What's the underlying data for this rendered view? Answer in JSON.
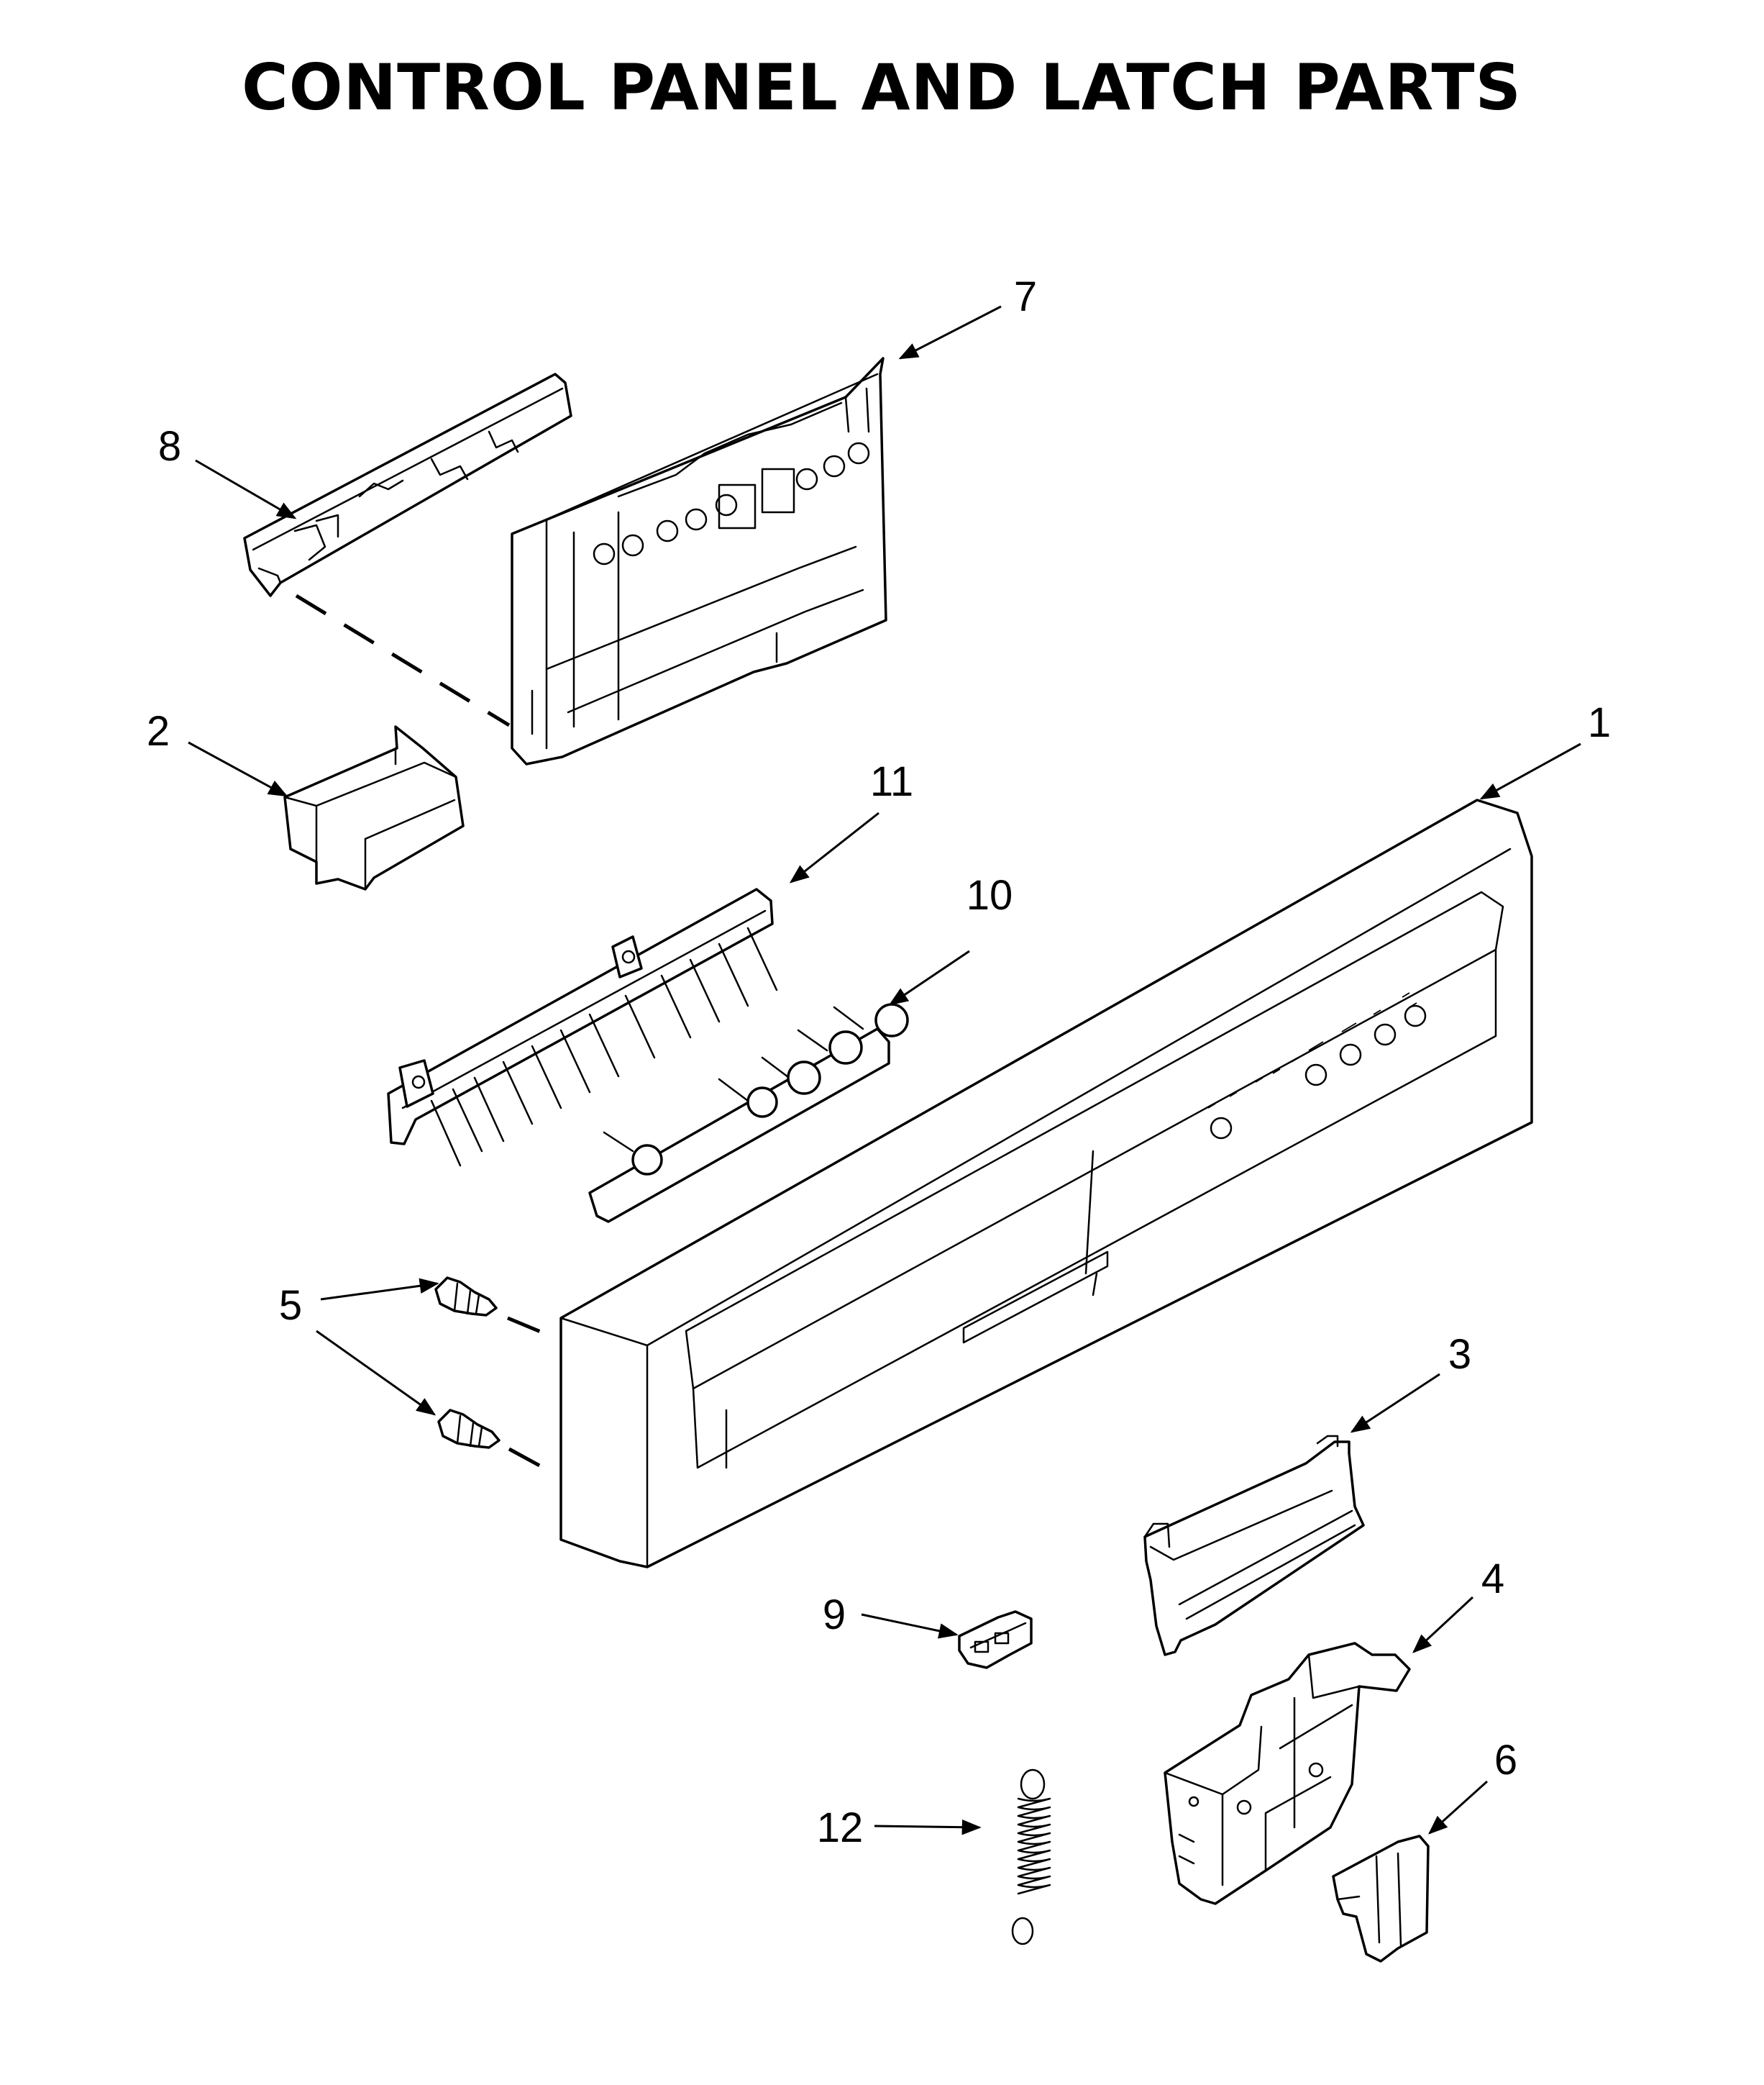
{
  "title": "CONTROL PANEL AND LATCH PARTS",
  "callouts": {
    "c1": "1",
    "c2": "2",
    "c3": "3",
    "c4": "4",
    "c5": "5",
    "c6": "6",
    "c7": "7",
    "c8": "8",
    "c9": "9",
    "c10": "10",
    "c11": "11",
    "c12": "12"
  }
}
